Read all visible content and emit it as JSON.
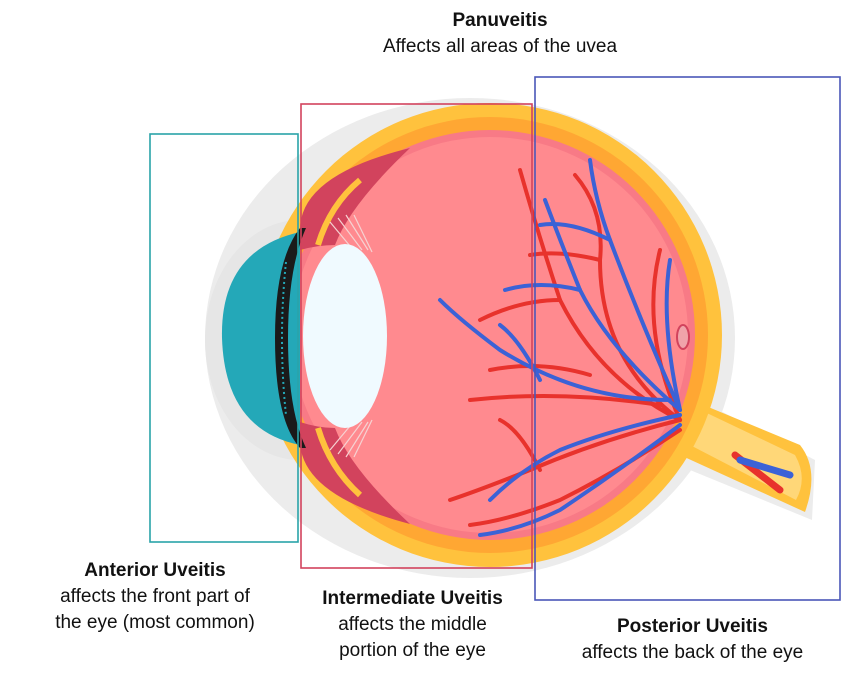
{
  "panuveitis": {
    "title": "Panuveitis",
    "desc": "Affects all areas of the uvea"
  },
  "anterior": {
    "title": "Anterior Uveitis",
    "desc_line1": "affects the front part of",
    "desc_line2": "the eye (most common)"
  },
  "intermediate": {
    "title": "Intermediate Uveitis",
    "desc_line1": "affects the middle",
    "desc_line2": "portion of the eye"
  },
  "posterior": {
    "title": "Posterior Uveitis",
    "desc": "affects the back of the eye"
  },
  "colors": {
    "anterior_box": "#2aa3a8",
    "intermediate_box": "#d2435d",
    "posterior_box": "#4a57b8",
    "sclera_outer": "#ffc23d",
    "choroid": "#ffa733",
    "retina": "#ff8a8f",
    "vitreous": "#ff8a8f",
    "cornea": "#24a8b8",
    "lens": "#f0faff",
    "ciliary": "#d2435d",
    "artery": "#e8322c",
    "vein": "#3b62d6"
  }
}
